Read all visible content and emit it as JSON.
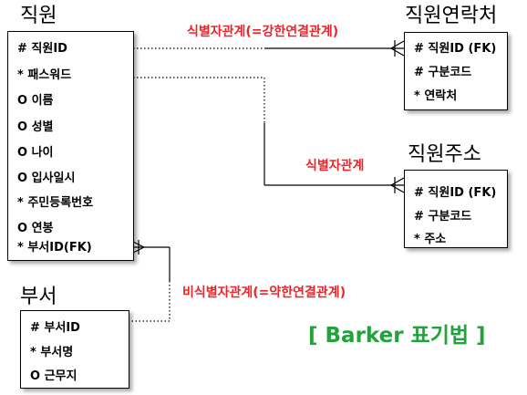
{
  "colors": {
    "relation_label": "#e8262b",
    "notation": "#21a33b",
    "line": "#000000"
  },
  "entities": {
    "employee": {
      "title": "직원",
      "attributes": [
        "# 직원ID",
        "* 패스워드",
        "O 이름",
        "O 성별",
        "O 나이",
        "O 입사일시",
        "* 주민등록번호",
        "O 연봉",
        "* 부서ID(FK)"
      ]
    },
    "employee_contact": {
      "title": "직원연락처",
      "attributes": [
        "# 직원ID (FK)",
        "# 구분코드",
        "* 연락처"
      ]
    },
    "employee_address": {
      "title": "직원주소",
      "attributes": [
        "# 직원ID (FK)",
        "# 구분코드",
        "* 주소"
      ]
    },
    "department": {
      "title": "부서",
      "attributes": [
        "# 부서ID",
        "* 부서명",
        "O 근무지"
      ]
    }
  },
  "relationships": {
    "identifying_strong": "식별자관계(=강한연결관계)",
    "identifying": "식별자관계",
    "non_identifying_weak": "비식별자관계(=약한연결관계)"
  },
  "notation_label": "[ Barker 표기법 ]"
}
